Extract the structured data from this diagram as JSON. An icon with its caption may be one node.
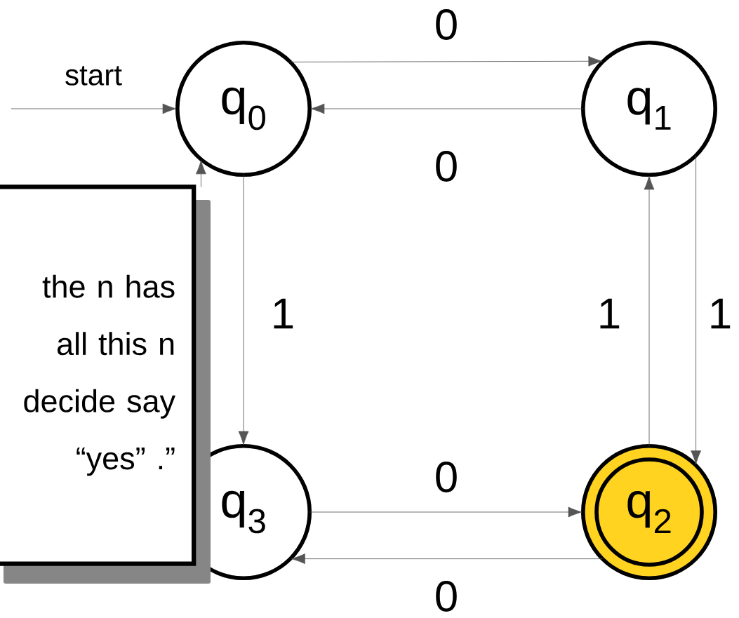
{
  "diagram": {
    "nodes": [
      {
        "text": [
          "q$_{0}$"
        ]
      },
      {
        "text": [
          "q$_{1}$"
        ]
      },
      {
        "text": [
          "q$_{2}$"
        ]
      },
      {
        "text": [
          "q$_{3}$"
        ]
      },
      {
        "text": [
          "the n has all this n decide say “yes” .”"
        ]
      }
    ],
    "edges": [
      {
        "from": null,
        "to": 0,
        "arrow": "to",
        "label": "start"
      },
      {
        "from": 0,
        "to": 1,
        "arrow": "to",
        "label": "0"
      },
      {
        "from": 1,
        "to": 0,
        "arrow": "to",
        "label": "0"
      },
      {
        "from": 0,
        "to": 3,
        "arrow": "to",
        "label": "1"
      },
      {
        "from": 2,
        "to": 1,
        "arrow": "to",
        "label": "1"
      },
      {
        "from": 1,
        "to": 2,
        "arrow": "to",
        "label": "1"
      },
      {
        "from": 3,
        "to": 2,
        "arrow": "to",
        "label": "0"
      },
      {
        "from": 2,
        "to": 3,
        "arrow": "to",
        "label": "0"
      },
      {
        "from": 4,
        "to": 0,
        "arrow": "to"
      }
    ]
  }
}
